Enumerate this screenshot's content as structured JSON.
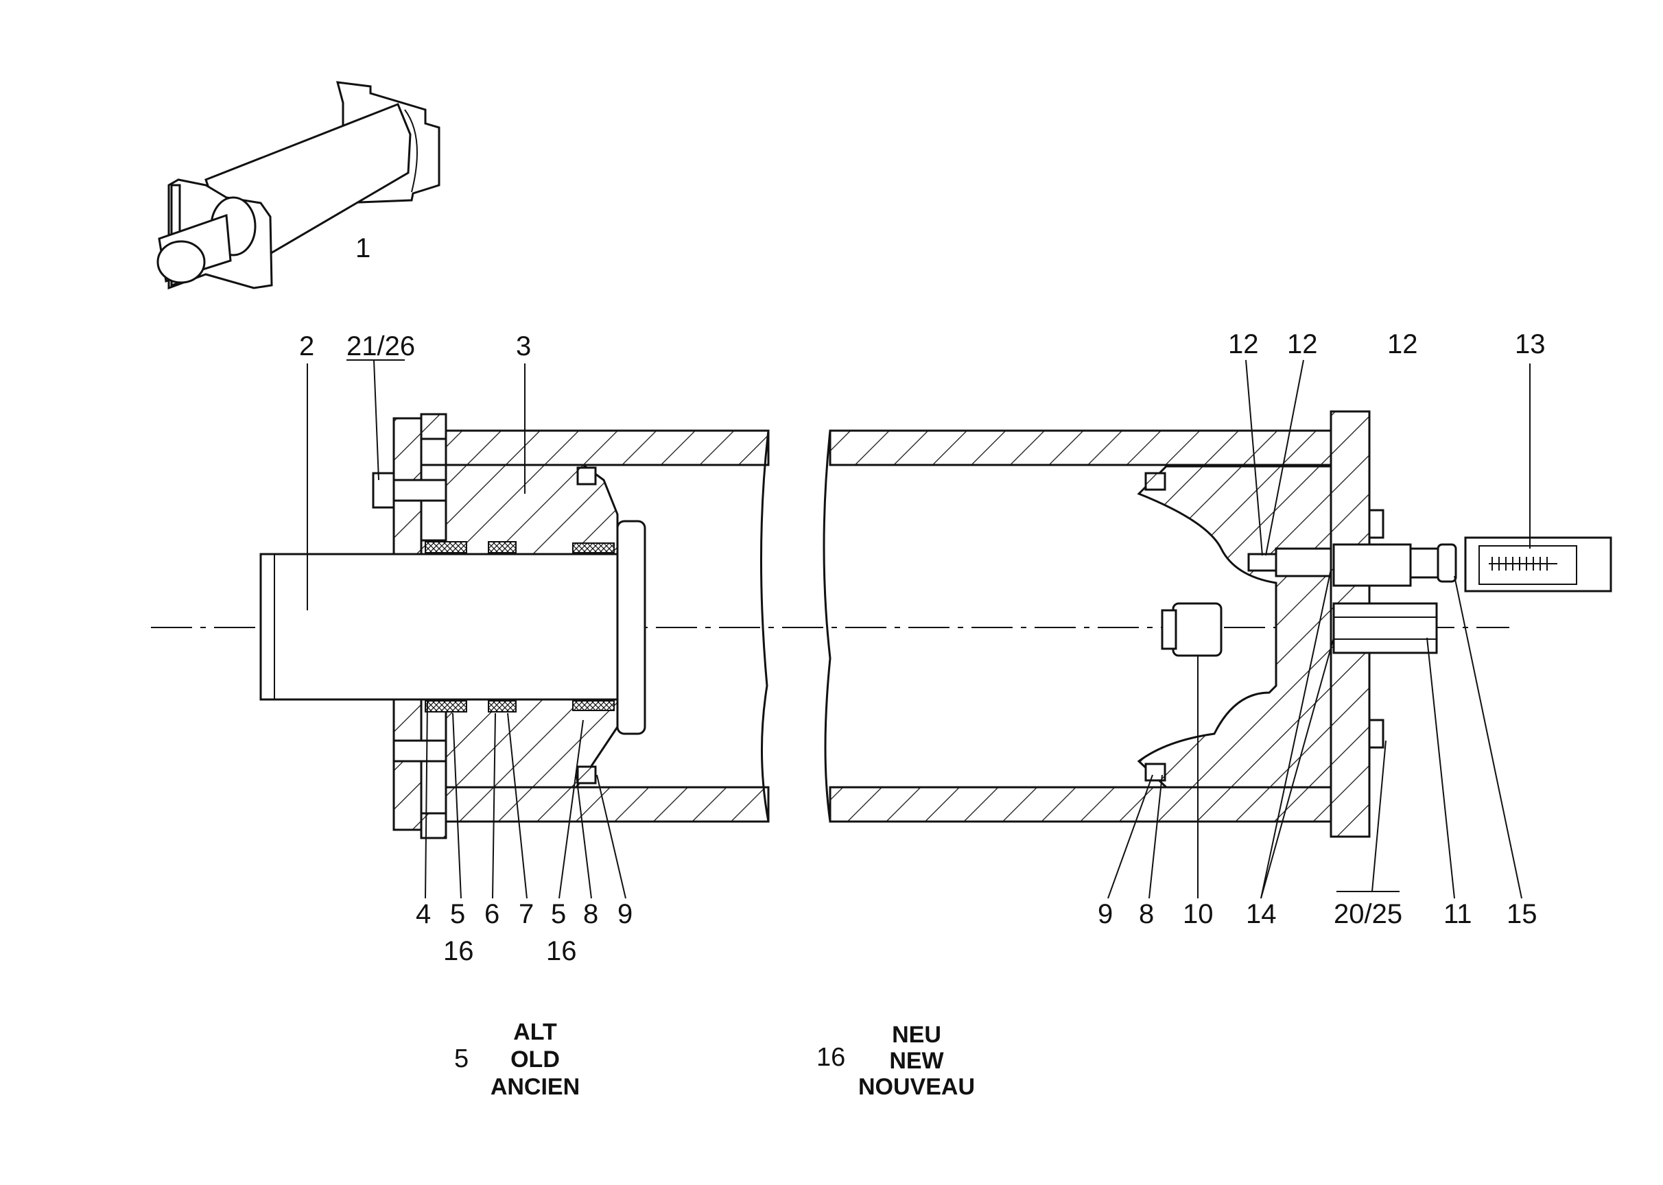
{
  "callouts": {
    "c1": "1",
    "c2": "2",
    "c21_26": "21/26",
    "c3": "3",
    "c12a": "12",
    "c12b": "12",
    "c12c": "12",
    "c13": "13",
    "c4": "4",
    "c5a": "5",
    "c6": "6",
    "c7": "7",
    "c5b": "5",
    "c8a": "8",
    "c9a": "9",
    "c16a": "16",
    "c16b": "16",
    "c9b": "9",
    "c8b": "8",
    "c10": "10",
    "c14": "14",
    "c20_25": "20/25",
    "c11": "11",
    "c15": "15"
  },
  "legend": {
    "old": {
      "number": "5",
      "lines": [
        "ALT",
        "OLD",
        "ANCIEN"
      ]
    },
    "new": {
      "number": "16",
      "lines": [
        "NEU",
        "NEW",
        "NOUVEAU"
      ]
    }
  }
}
